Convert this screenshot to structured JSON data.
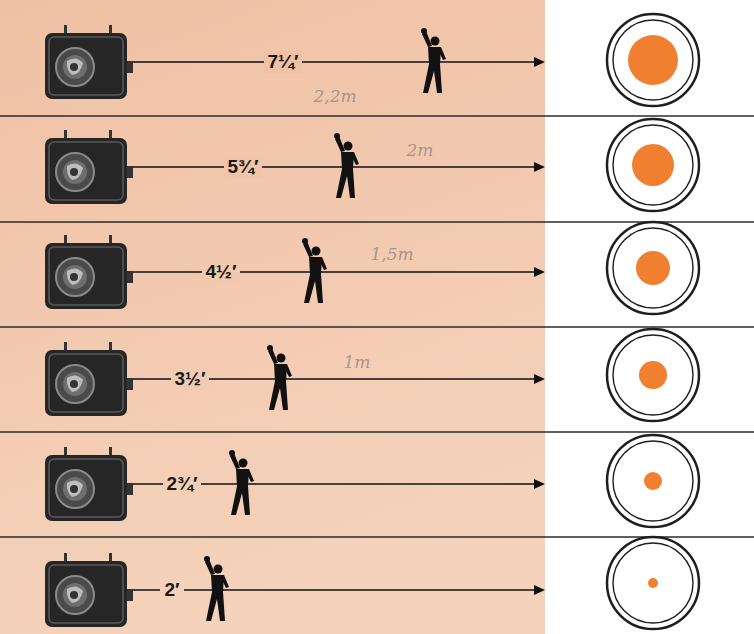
{
  "diagram": {
    "labels": [
      "7¼′",
      "2,2m",
      "5¾′",
      "2m",
      "4½′",
      "1,5m",
      "3½′",
      "1m",
      "2¾′",
      "2′"
    ]
  }
}
